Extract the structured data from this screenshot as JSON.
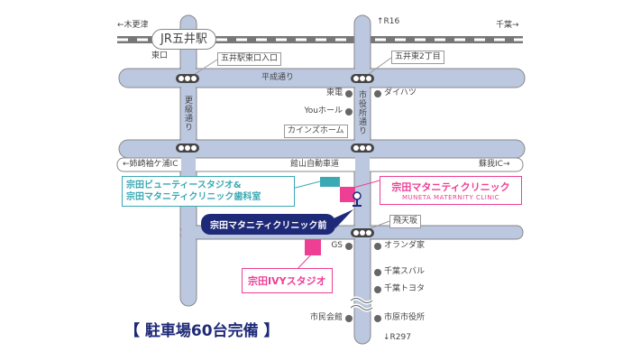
{
  "rail": {
    "station": "JR五井駅",
    "west": "←木更津",
    "east": "千葉→",
    "exit": "東口"
  },
  "roads": {
    "heisei": "平成通り",
    "sarashina": "更級通り",
    "shiyakusho": "市役所通り",
    "expressway": "館山自動車道",
    "ic_west": "←姉崎袖ケ浦IC",
    "ic_east": "蘇我IC→",
    "r16": "↑R16",
    "r297": "↓R297"
  },
  "intersections": {
    "goi_east_entrance": "五井駅東口入口",
    "goi_higashi": "五井東2丁目",
    "hitenzaka": "飛天坂"
  },
  "landmarks": {
    "toden": "東電",
    "you_hall": "Youホール",
    "cainz": "カインズホーム",
    "daihatsu": "ダイハツ",
    "gs": "GS",
    "oranda": "オランダ家",
    "subaru": "千葉スバル",
    "toyota": "千葉トヨタ",
    "shimin": "市民会館",
    "city_hall": "市原市役所"
  },
  "facilities": {
    "beauty_line1": "宗田ビューティースタジオ&",
    "beauty_line2": "宗田マタニティクリニック歯科室",
    "clinic": "宗田マタニティクリニック",
    "clinic_en": "MUNETA MATERNITY CLINIC",
    "bus_stop": "宗田マタニティクリニック前",
    "ivy": "宗田IVYスタジオ"
  },
  "parking": "【 駐車場60台完備 】",
  "colors": {
    "road": "#bcc8e0",
    "teal": "#3aa9b4",
    "pink": "#ee3f95",
    "navy": "#1e2a78"
  }
}
